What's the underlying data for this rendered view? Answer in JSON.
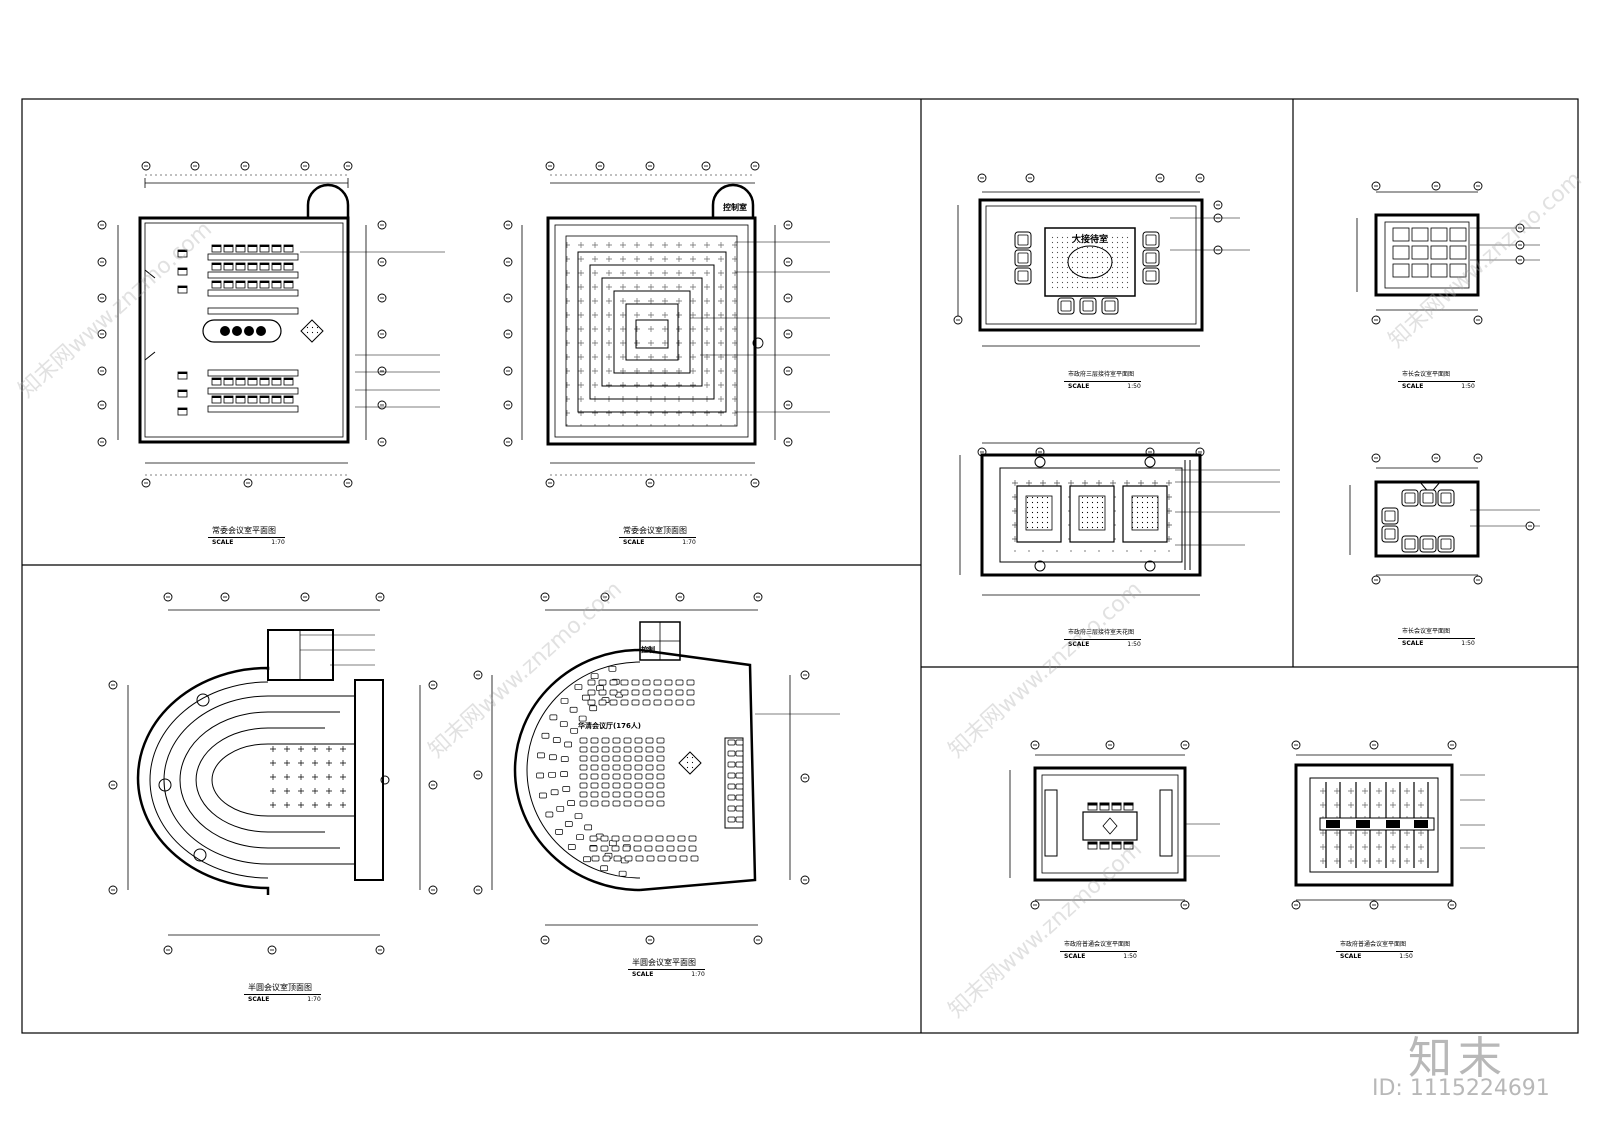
{
  "sheet": {
    "drawings": [
      {
        "id": "d1",
        "title": "常委会议室平面图",
        "scale_label": "SCALE",
        "scale": "1:70"
      },
      {
        "id": "d2",
        "title": "常委会议室顶面图",
        "scale_label": "SCALE",
        "scale": "1:70"
      },
      {
        "id": "d3",
        "title": "半圆会议室顶面图",
        "scale_label": "SCALE",
        "scale": "1:70"
      },
      {
        "id": "d4",
        "title": "半圆会议室平面图",
        "scale_label": "SCALE",
        "scale": "1:70"
      },
      {
        "id": "d5",
        "title": "市政府三层接待室平面图",
        "scale_label": "SCALE",
        "scale": "1:50"
      },
      {
        "id": "d6",
        "title": "市政府三层接待室天花图",
        "scale_label": "SCALE",
        "scale": "1:50"
      },
      {
        "id": "d7",
        "title": "市长会议室平面图",
        "scale_label": "SCALE",
        "scale": "1:50"
      },
      {
        "id": "d8",
        "title": "市长会议室平面图",
        "scale_label": "SCALE",
        "scale": "1:50"
      },
      {
        "id": "d9",
        "title": "市政府普通会议室平面图",
        "scale_label": "SCALE",
        "scale": "1:50"
      },
      {
        "id": "d10",
        "title": "市政府普通会议室平面图",
        "scale_label": "SCALE",
        "scale": "1:50"
      }
    ],
    "room_labels": {
      "control_room": "控制室",
      "reception_hall": "大接待室",
      "hall_caption": "华清会议厅(176人)",
      "small_label": "控制"
    }
  },
  "brand": {
    "logo_text": "知末",
    "image_id": "ID: 1115224691"
  },
  "watermark": {
    "text": "知末网www.znzmo.com"
  }
}
